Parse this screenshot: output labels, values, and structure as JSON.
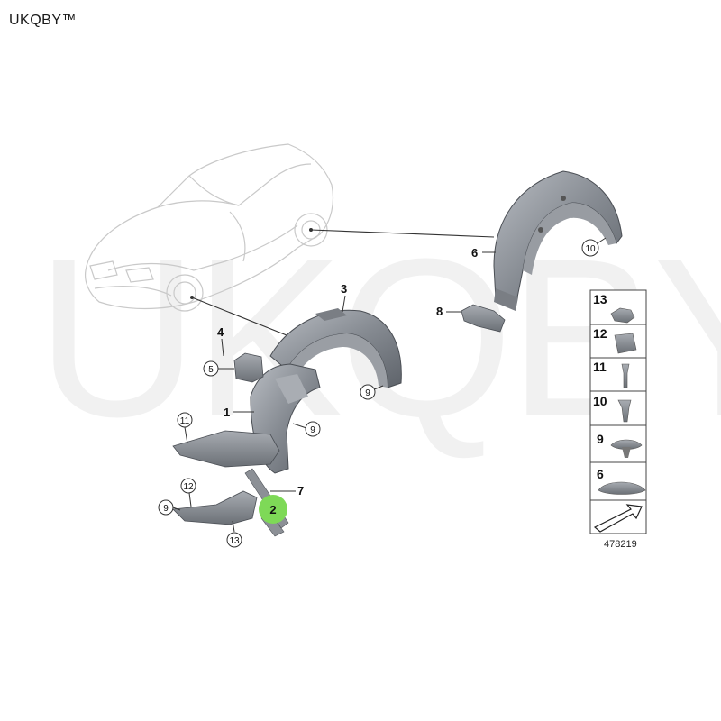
{
  "brand": "UKQBY™",
  "watermark": "UKQBY™",
  "reference_number": "478219",
  "callouts": {
    "c1": "1",
    "c2": "2",
    "c3": "3",
    "c4": "4",
    "c5": "5",
    "c6": "6",
    "c7": "7",
    "c8": "8",
    "c9a": "9",
    "c9b": "9",
    "c9c": "9",
    "c10": "10",
    "c11": "11",
    "c12": "12",
    "c13": "13"
  },
  "legend": [
    "13",
    "12",
    "11",
    "10",
    "9",
    "6"
  ],
  "highlight_color": "#7ed957"
}
